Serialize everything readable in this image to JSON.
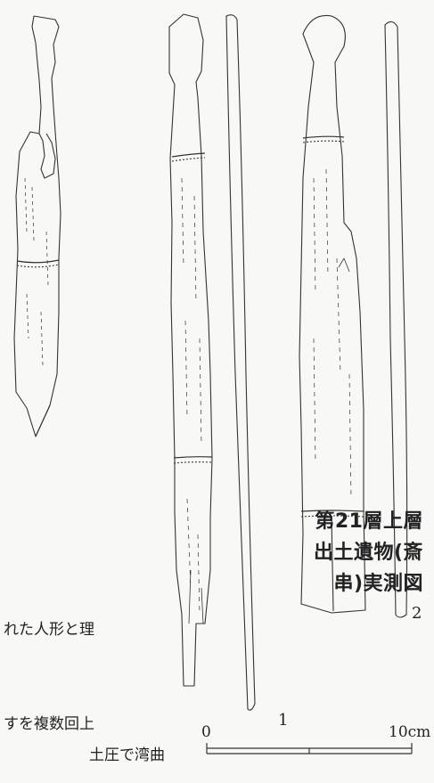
{
  "figure": {
    "title_lines": [
      "第21層上層",
      "出土遺物(斎",
      "串)実測図"
    ],
    "item_labels": [
      "1",
      "2"
    ]
  },
  "body_text_fragments": [
    "れた人形と理",
    "すを複数回上",
    "土圧で湾曲"
  ],
  "scale": {
    "start_label": "0",
    "end_label": "10cm"
  }
}
